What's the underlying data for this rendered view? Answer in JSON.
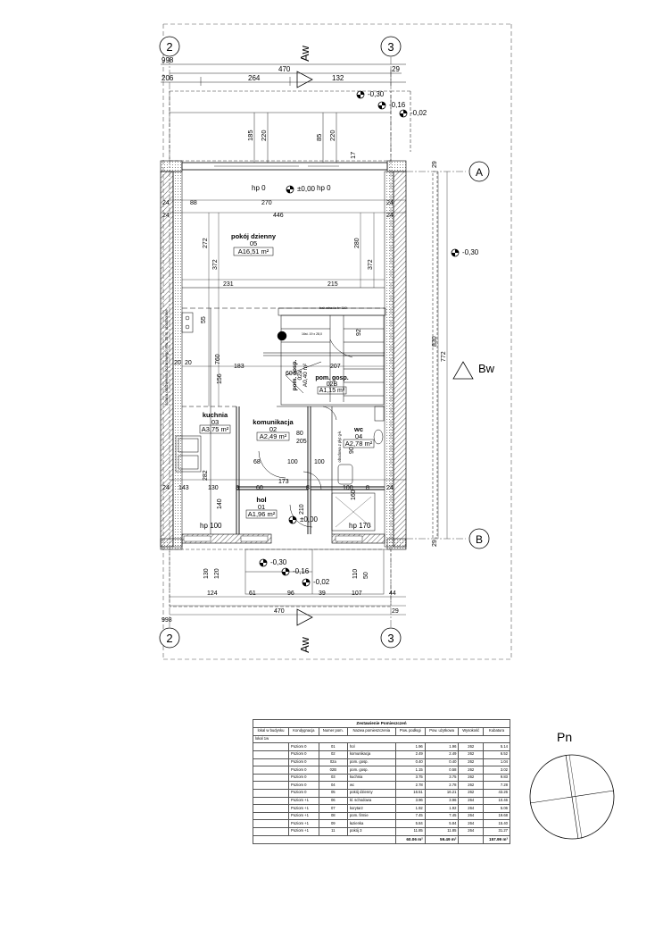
{
  "grid": {
    "axis_top_left": "2",
    "axis_top_right": "3",
    "axis_bottom_left": "2",
    "axis_bottom_right": "3",
    "axis_a": "A",
    "axis_b": "B"
  },
  "section_marks": {
    "aw_top": "Aw",
    "aw_bottom": "Aw",
    "bw": "Bw"
  },
  "dims": {
    "top_998": "998",
    "top_470": "470",
    "top_29": "29",
    "top_206": "206",
    "top_264": "264",
    "top_132": "132",
    "v_185": "185",
    "v_220a": "220",
    "v_85": "85",
    "v_220b": "220",
    "v_17": "17",
    "r_29a": "29",
    "r_830": "830",
    "r_772": "772",
    "r_29b": "29",
    "l_24a": "24",
    "d_88": "88",
    "d_270": "270",
    "r_24a": "24",
    "l_24b": "24",
    "d_446": "446",
    "r_24b": "24",
    "v_272": "272",
    "v_372a": "372",
    "v_280": "280",
    "v_372b": "372",
    "d_231": "231",
    "d_215": "215",
    "v_55": "55",
    "d_20a": "20",
    "d_20b": "20",
    "v_760": "760",
    "d_183": "183",
    "v_156": "156",
    "d_207": "207",
    "v_92": "92",
    "d_60": "60",
    "d_68": "68",
    "d_100a": "100",
    "d_80": "80",
    "d_205": "205",
    "d_100b": "100",
    "v_282": "282",
    "l_24c": "24",
    "d_143": "143",
    "d_130": "130",
    "d_8a": "8",
    "d_60b": "60",
    "d_173": "173",
    "d_8b": "8",
    "d_100c": "100",
    "d_8c": "8",
    "d_90": "90",
    "r_24c": "24",
    "v_140": "140",
    "v_210": "210",
    "v_160": "160",
    "v_130": "130",
    "v_120": "120",
    "v_110": "110",
    "v_50": "50",
    "b_124": "124",
    "b_61": "61",
    "b_96": "96",
    "b_39": "39",
    "b_107": "107",
    "b_44": "44",
    "b_470": "470",
    "b_29": "29",
    "b_998": "998"
  },
  "levels": {
    "lvl_m030a": "-0,30",
    "lvl_m016a": "-0,16",
    "lvl_m002a": "-0,02",
    "lvl_000a": "±0,00",
    "lvl_m030b": "-0,30",
    "lvl_000b": "±0,00",
    "lvl_m030c": "-0,30",
    "lvl_m016b": "-0,16",
    "lvl_m002b": "-0,02"
  },
  "hp": {
    "hp0_left": "hp 0",
    "hp0_right": "hp 0",
    "hp100": "hp 100",
    "hp170": "hp 170"
  },
  "rooms": [
    {
      "name": "pokój dzienny",
      "number": "05",
      "area": "A16,51 m²"
    },
    {
      "name": "pom. gosp.",
      "number": "02B",
      "area": "A1,15 m²"
    },
    {
      "name": "pom. gosp.",
      "number": "02a",
      "area": "A0,40 m²"
    },
    {
      "name": "kuchnia",
      "number": "03",
      "area": "A3,75 m²"
    },
    {
      "name": "komunikacja",
      "number": "02",
      "area": "A2,49 m²"
    },
    {
      "name": "wc",
      "number": "04",
      "area": "A2,78 m²"
    },
    {
      "name": "hol",
      "number": "01",
      "area": "A1,96 m²"
    }
  ],
  "notes": {
    "wall_note": "ściana oddzielenia pożarowego, Rw, 35 m, obustronnie",
    "balustrade": "balustrada h=110",
    "stair": "16st. 19 x 28,0",
    "tile_note": "obudowa z płyt g-k"
  },
  "north": {
    "label": "Pn"
  },
  "table": {
    "caption": "Zestawienie Pomieszczeń",
    "headers": [
      "lokal w budynku",
      "Kondygnacja",
      "Numer pom.",
      "Nazwa pomieszczenia",
      "Pow. podłogi",
      "Pow. użytkowa",
      "Wysokość",
      "Kubatura"
    ],
    "group": "lokal 1w",
    "rows": [
      [
        "",
        "Poziom 0",
        "01",
        "hol",
        "1.96",
        "1.96",
        "262",
        "5.14"
      ],
      [
        "",
        "Poziom 0",
        "02",
        "komunikacja",
        "2.49",
        "2.49",
        "262",
        "6.52"
      ],
      [
        "",
        "Poziom 0",
        "02a",
        "pom. gosp.",
        "0.40",
        "0.40",
        "262",
        "1.04"
      ],
      [
        "",
        "Poziom 0",
        "02B",
        "pom. gosp.",
        "1.15",
        "0.58",
        "262",
        "3.02"
      ],
      [
        "",
        "Poziom 0",
        "03",
        "kuchnia",
        "3.75",
        "3.75",
        "262",
        "9.83"
      ],
      [
        "",
        "Poziom 0",
        "04",
        "wc",
        "2.78",
        "2.78",
        "262",
        "7.28"
      ],
      [
        "",
        "Poziom 0",
        "05",
        "pokój dzienny",
        "16.51",
        "16.21",
        "262",
        "43.26"
      ],
      [
        "",
        "Poziom +1",
        "06",
        "kl. schodowa",
        "3.96",
        "3.96",
        "264",
        "10.46"
      ],
      [
        "",
        "Poziom +1",
        "07",
        "korytarz",
        "1.92",
        "1.92",
        "264",
        "5.06"
      ],
      [
        "",
        "Poziom +1",
        "08",
        "pom. firmie",
        "7.45",
        "7.45",
        "264",
        "19.68"
      ],
      [
        "",
        "Poziom +1",
        "09",
        "łazienka",
        "5.84",
        "5.84",
        "264",
        "15.40"
      ],
      [
        "",
        "Poziom +1",
        "11",
        "pokój 3",
        "11.85",
        "11.85",
        "264",
        "31.27"
      ]
    ],
    "totals": {
      "floor": "60.06 m²",
      "usable": "59.49 m²",
      "volume": "157.99 m³"
    }
  }
}
